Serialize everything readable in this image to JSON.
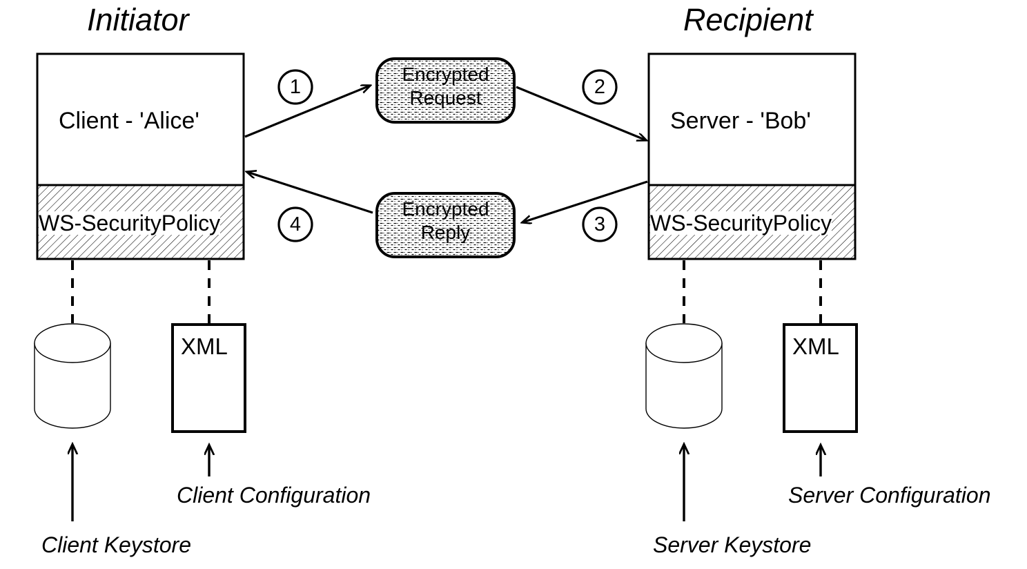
{
  "diagram": {
    "title_left": "Initiator",
    "title_right": "Recipient",
    "background_color": "#ffffff",
    "stroke_color": "#000000"
  },
  "initiator": {
    "heading": "Initiator",
    "node_label": "Client - 'Alice'",
    "policy_label": "WS-SecurityPolicy",
    "keystore_caption": "Client Keystore",
    "config_caption": "Client Configuration",
    "config_icon_label": "XML"
  },
  "recipient": {
    "heading": "Recipient",
    "node_label": "Server - 'Bob'",
    "policy_label": "WS-SecurityPolicy",
    "keystore_caption": "Server Keystore",
    "config_caption": "Server Configuration",
    "config_icon_label": "XML"
  },
  "messages": {
    "request_line1": "Encrypted",
    "request_line2": "Request",
    "reply_line1": "Encrypted",
    "reply_line2": "Reply"
  },
  "steps": [
    {
      "number": "1",
      "from": "Client - 'Alice'",
      "to": "Encrypted Request"
    },
    {
      "number": "2",
      "from": "Encrypted Request",
      "to": "Server - 'Bob'"
    },
    {
      "number": "3",
      "from": "Server - 'Bob'",
      "to": "Encrypted Reply"
    },
    {
      "number": "4",
      "from": "Encrypted Reply",
      "to": "Client - 'Alice'"
    }
  ]
}
